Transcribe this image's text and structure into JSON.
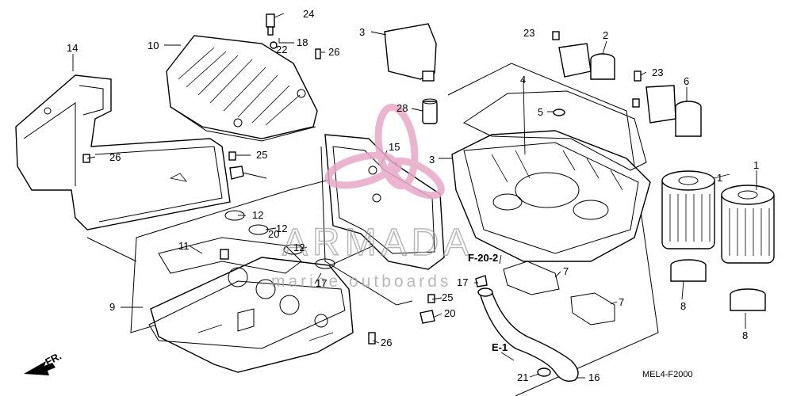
{
  "diagram": {
    "watermark": {
      "brand": "ARMADA",
      "tagline": "marine outboards"
    },
    "drawing_code": "MEL4-F2000",
    "ref_labels": {
      "f20": "F-20-2",
      "e1": "E-1",
      "fr": "FR."
    },
    "callouts": [
      {
        "id": "c1a",
        "text": "1"
      },
      {
        "id": "c1b",
        "text": "1"
      },
      {
        "id": "c2",
        "text": "2"
      },
      {
        "id": "c3a",
        "text": "3"
      },
      {
        "id": "c3b",
        "text": "3"
      },
      {
        "id": "c4",
        "text": "4"
      },
      {
        "id": "c5",
        "text": "5"
      },
      {
        "id": "c6",
        "text": "6"
      },
      {
        "id": "c7a",
        "text": "7"
      },
      {
        "id": "c7b",
        "text": "7"
      },
      {
        "id": "c8a",
        "text": "8"
      },
      {
        "id": "c8b",
        "text": "8"
      },
      {
        "id": "c9",
        "text": "9"
      },
      {
        "id": "c10",
        "text": "10"
      },
      {
        "id": "c11",
        "text": "11"
      },
      {
        "id": "c12a",
        "text": "12"
      },
      {
        "id": "c12b",
        "text": "12"
      },
      {
        "id": "c12c",
        "text": "12"
      },
      {
        "id": "c14",
        "text": "14"
      },
      {
        "id": "c15",
        "text": "15"
      },
      {
        "id": "c16",
        "text": "16"
      },
      {
        "id": "c17a",
        "text": "17"
      },
      {
        "id": "c17b",
        "text": "17"
      },
      {
        "id": "c18",
        "text": "18"
      },
      {
        "id": "c20a",
        "text": "20"
      },
      {
        "id": "c20b",
        "text": "20"
      },
      {
        "id": "c21",
        "text": "21"
      },
      {
        "id": "c22",
        "text": "22"
      },
      {
        "id": "c23a",
        "text": "23"
      },
      {
        "id": "c23b",
        "text": "23"
      },
      {
        "id": "c24",
        "text": "24"
      },
      {
        "id": "c25a",
        "text": "25"
      },
      {
        "id": "c25b",
        "text": "25"
      },
      {
        "id": "c26a",
        "text": "26"
      },
      {
        "id": "c26b",
        "text": "26"
      },
      {
        "id": "c26c",
        "text": "26"
      },
      {
        "id": "c28",
        "text": "28"
      }
    ]
  },
  "colors": {
    "line": "#000000",
    "background": "#ffffff",
    "logo": "#e8a9c8",
    "watermark": "#9a9a9a"
  }
}
